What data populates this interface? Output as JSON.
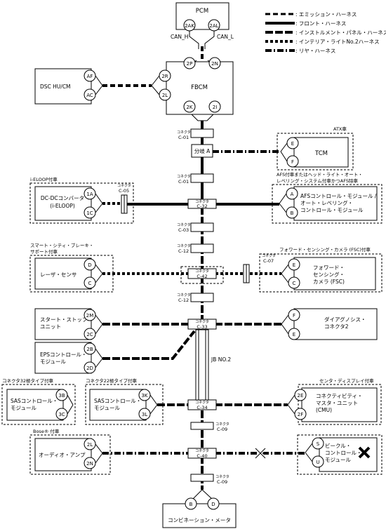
{
  "legend": [
    {
      "style": "emission",
      "label": ": エミッション・ハーネス"
    },
    {
      "style": "front",
      "label": ": フロント・ハーネス"
    },
    {
      "style": "instrument",
      "label": ": インストルメント・パネル・ハーネス"
    },
    {
      "style": "interior",
      "label": ": インテリア・ライトNo.2ハーネス"
    },
    {
      "style": "rear",
      "label": ": リヤ・ハーネス"
    }
  ],
  "modules": {
    "pcm": {
      "name": "PCM",
      "pins": [
        "2AK",
        "2AL"
      ],
      "can_h": "CAN_H",
      "can_l": "CAN_L"
    },
    "fbcm": {
      "name": "FBCM",
      "pins": [
        "2P",
        "2N",
        "2R",
        "2L",
        "2K",
        "2I"
      ]
    },
    "dsc": {
      "name": "DSC HU/CM",
      "pins": [
        "AF",
        "AC"
      ]
    },
    "tcm": {
      "name": "TCM",
      "pins": [
        "E",
        "F"
      ],
      "condition": "ATX車"
    },
    "dcdc": {
      "name_line1": "DC-DCコンバータ",
      "name_line2": "(i-ELOOP)",
      "pins": [
        "1A",
        "1C"
      ],
      "condition": "i-ELOOP付車"
    },
    "afs": {
      "name_line1": "AFSコントロール・モジュール /",
      "name_line2": "オート・レベリング・",
      "name_line3": "コントロール・モジュール",
      "pins": [
        "A",
        "B"
      ],
      "condition_line1": "AFS付車またはヘッド・ライト・オート・",
      "condition_line2": "レベリング・システム付車かつAFS除車"
    },
    "laser": {
      "name": "レーザ・センサ",
      "pins": [
        "D",
        "C"
      ],
      "condition_line1": "スマート・シティ・ブレーキ・",
      "condition_line2": "サポート付車"
    },
    "fsc": {
      "name_line1": "フォワード・",
      "name_line2": "センシング・",
      "name_line3": "カメラ (FSC)",
      "pins": [
        "E",
        "C"
      ],
      "condition": "フォワード・センシング・カメラ (FSC)付車"
    },
    "start_stop": {
      "name_line1": "スタート・ストップ・",
      "name_line2": "ユニット",
      "pins": [
        "2M",
        "2C"
      ]
    },
    "diag": {
      "name_line1": "ダイアグノシス・",
      "name_line2": "コネクタ2",
      "pins": [
        "F",
        "E"
      ]
    },
    "eps": {
      "name_line1": "EPSコントロール・",
      "name_line2": "モジュール",
      "pins": [
        "2B",
        "2D"
      ]
    },
    "sas32": {
      "name_line1": "SASコントロール・",
      "name_line2": "モジュール",
      "pins": [
        "3B",
        "3C"
      ],
      "condition": "コネクタ32極タイプ付車"
    },
    "sas22": {
      "name_line1": "SASコントロール・",
      "name_line2": "モジュール",
      "pins": [
        "3K",
        "3L"
      ],
      "condition": "コネクタ22極タイプ付車"
    },
    "cmu": {
      "name_line1": "コネクティビティ・",
      "name_line2": "マスタ・ユニット",
      "name_line3": "(CMU)",
      "pins": [
        "2E",
        "2F"
      ],
      "condition": "センタ・ディスプレイ付車"
    },
    "audio": {
      "name": "オーディオ・アンプ",
      "pins": [
        "2L",
        "2N"
      ],
      "condition": "Bose® 付車"
    },
    "vcm": {
      "name_line1": "ビークル・",
      "name_line2": "コントロール・",
      "name_line3": "モジュール",
      "pins": [
        "S",
        "U"
      ]
    },
    "meter": {
      "name": "コンビネーション・メータ",
      "pins": [
        "B",
        "D"
      ]
    }
  },
  "jb": {
    "label": "JB NO.2"
  },
  "branch": {
    "label": "分岐 A"
  },
  "connectors": {
    "prefix": "コネクタ",
    "c01a": "C-01",
    "c01b": "C-01",
    "c05": "C-05",
    "c32": "C-32",
    "c03": "C-03",
    "c12a": "C-12",
    "c07": "C-07",
    "c42": "C-42",
    "c12b": "C-12",
    "c33": "C-33",
    "c34": "C-34",
    "c09a": "C-09",
    "c40": "C-40",
    "c09b": "C-09"
  }
}
